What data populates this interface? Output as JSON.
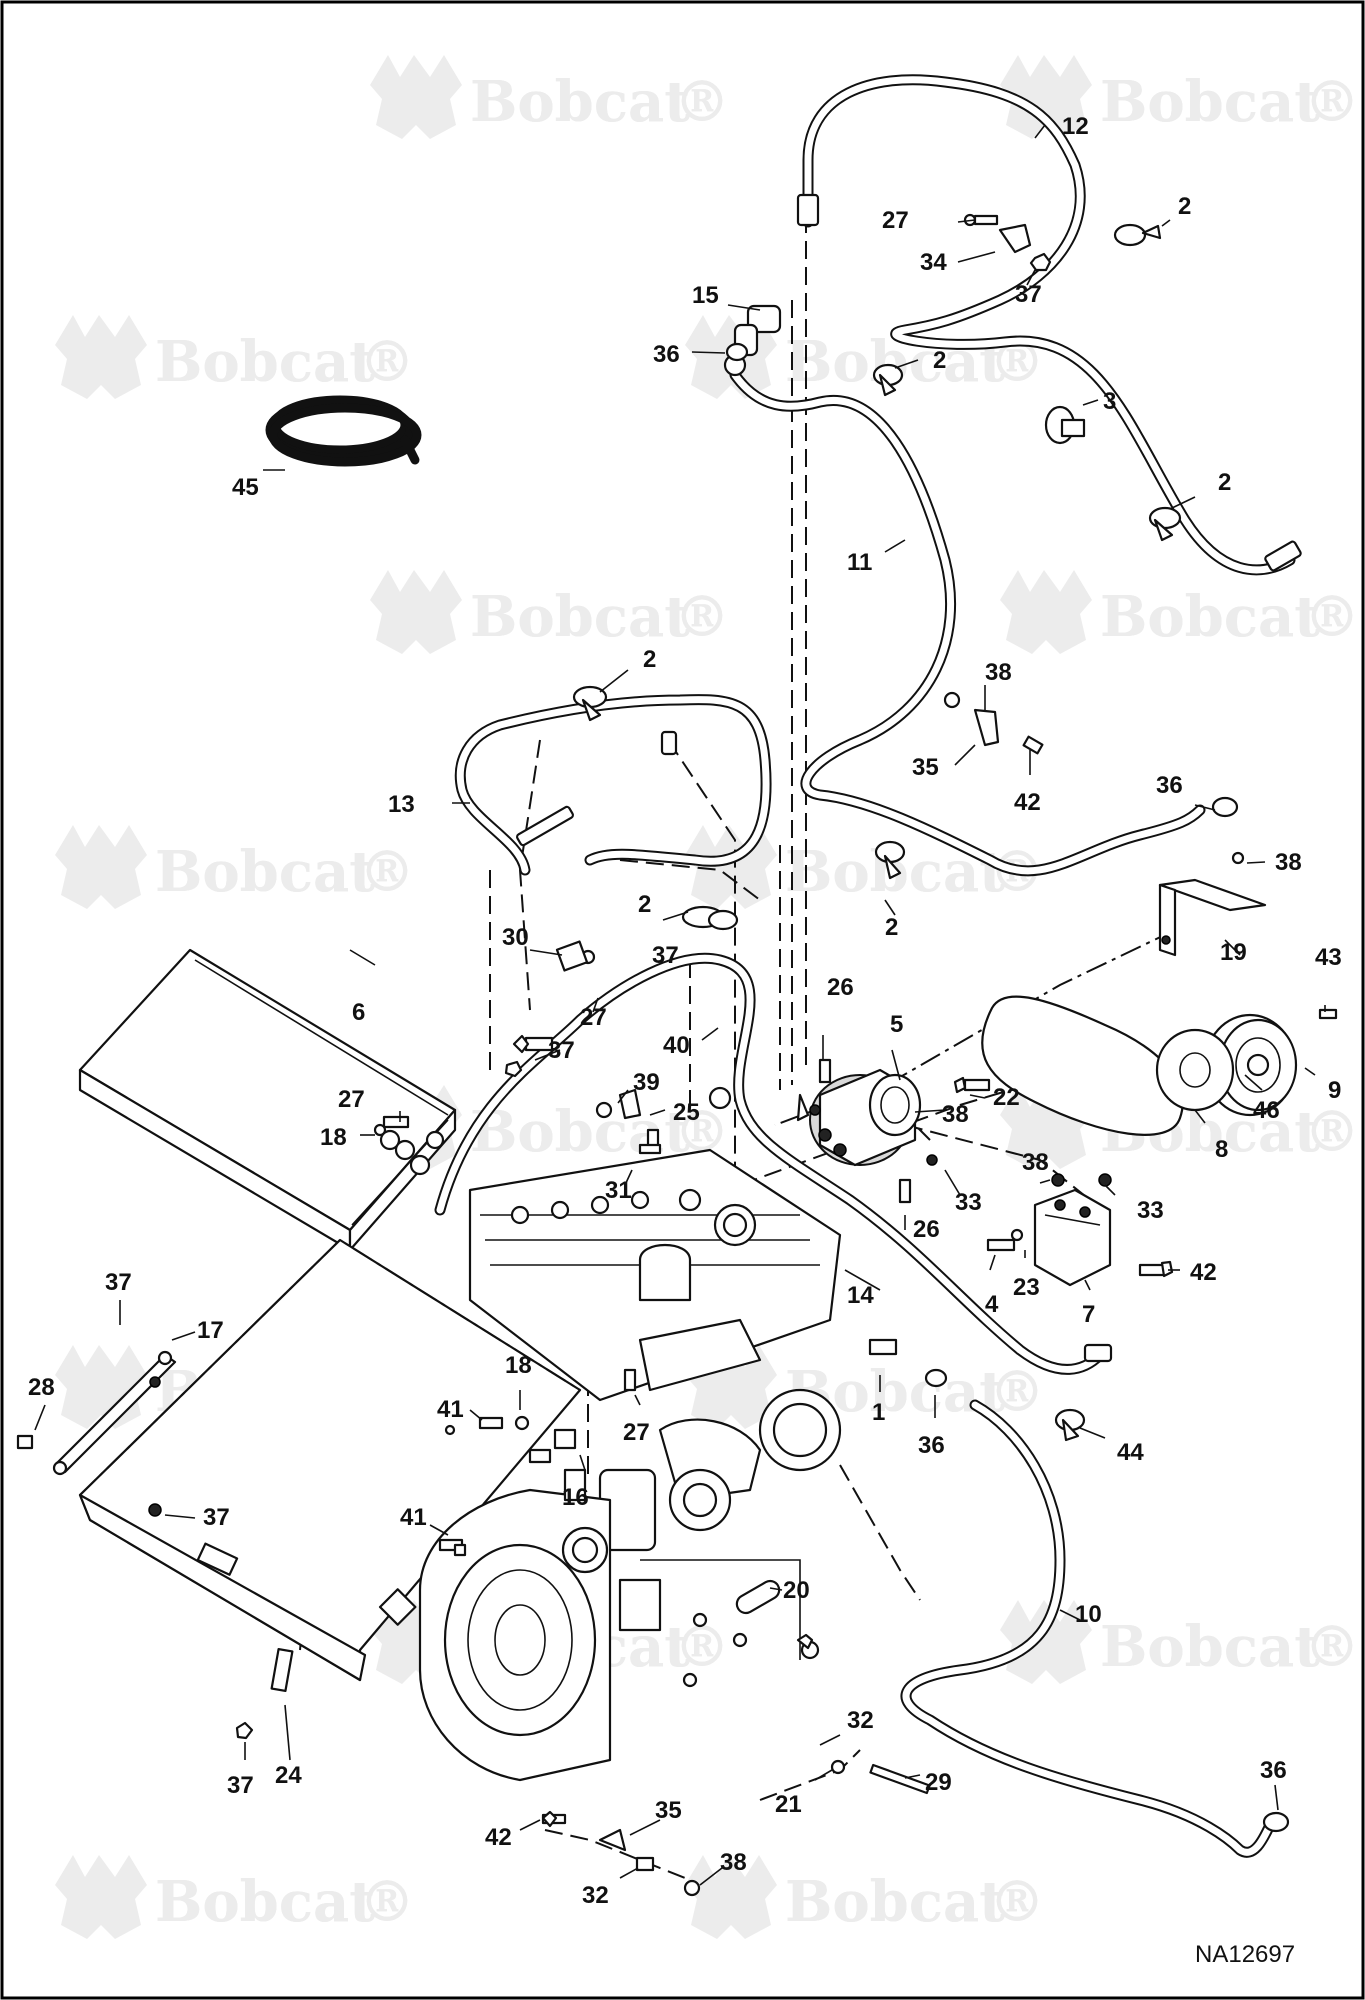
{
  "watermark": {
    "brand": "Bobcat",
    "mark": "®"
  },
  "drawing_code": "NA12697",
  "callouts": [
    {
      "id": "c12",
      "text": "12"
    },
    {
      "id": "c2a",
      "text": "2"
    },
    {
      "id": "c27a",
      "text": "27"
    },
    {
      "id": "c34",
      "text": "34"
    },
    {
      "id": "c37a",
      "text": "37"
    },
    {
      "id": "c15",
      "text": "15"
    },
    {
      "id": "c36a",
      "text": "36"
    },
    {
      "id": "c2b",
      "text": "2"
    },
    {
      "id": "c3",
      "text": "3"
    },
    {
      "id": "c45",
      "text": "45"
    },
    {
      "id": "c2c",
      "text": "2"
    },
    {
      "id": "c11",
      "text": "11"
    },
    {
      "id": "c2d",
      "text": "2"
    },
    {
      "id": "c38a",
      "text": "38"
    },
    {
      "id": "c13",
      "text": "13"
    },
    {
      "id": "c35a",
      "text": "35"
    },
    {
      "id": "c42a",
      "text": "42"
    },
    {
      "id": "c36b",
      "text": "36"
    },
    {
      "id": "c38b",
      "text": "38"
    },
    {
      "id": "c2e",
      "text": "2"
    },
    {
      "id": "c2f",
      "text": "2"
    },
    {
      "id": "c19",
      "text": "19"
    },
    {
      "id": "c30",
      "text": "30"
    },
    {
      "id": "c37b",
      "text": "37"
    },
    {
      "id": "c27b",
      "text": "27"
    },
    {
      "id": "c43",
      "text": "43"
    },
    {
      "id": "c6",
      "text": "6"
    },
    {
      "id": "c40",
      "text": "40"
    },
    {
      "id": "c26a",
      "text": "26"
    },
    {
      "id": "c5",
      "text": "5"
    },
    {
      "id": "c37c",
      "text": "37"
    },
    {
      "id": "c9",
      "text": "9"
    },
    {
      "id": "c22",
      "text": "22"
    },
    {
      "id": "c27c",
      "text": "27"
    },
    {
      "id": "c39",
      "text": "39"
    },
    {
      "id": "c46",
      "text": "46"
    },
    {
      "id": "c38c",
      "text": "38"
    },
    {
      "id": "c18a",
      "text": "18"
    },
    {
      "id": "c25",
      "text": "25"
    },
    {
      "id": "c8",
      "text": "8"
    },
    {
      "id": "c38d",
      "text": "38"
    },
    {
      "id": "c31",
      "text": "31"
    },
    {
      "id": "c33a",
      "text": "33"
    },
    {
      "id": "c33b",
      "text": "33"
    },
    {
      "id": "c26b",
      "text": "26"
    },
    {
      "id": "c23",
      "text": "23"
    },
    {
      "id": "c42b",
      "text": "42"
    },
    {
      "id": "c4",
      "text": "4"
    },
    {
      "id": "c7",
      "text": "7"
    },
    {
      "id": "c14",
      "text": "14"
    },
    {
      "id": "c37d",
      "text": "37"
    },
    {
      "id": "c17",
      "text": "17"
    },
    {
      "id": "c18b",
      "text": "18"
    },
    {
      "id": "c28",
      "text": "28"
    },
    {
      "id": "c41a",
      "text": "41"
    },
    {
      "id": "c27d",
      "text": "27"
    },
    {
      "id": "c1",
      "text": "1"
    },
    {
      "id": "c36c",
      "text": "36"
    },
    {
      "id": "c44",
      "text": "44"
    },
    {
      "id": "c37e",
      "text": "37"
    },
    {
      "id": "c16",
      "text": "16"
    },
    {
      "id": "c41b",
      "text": "41"
    },
    {
      "id": "c10",
      "text": "10"
    },
    {
      "id": "c20",
      "text": "20"
    },
    {
      "id": "c32a",
      "text": "32"
    },
    {
      "id": "c29",
      "text": "29"
    },
    {
      "id": "c21",
      "text": "21"
    },
    {
      "id": "c37f",
      "text": "37"
    },
    {
      "id": "c24",
      "text": "24"
    },
    {
      "id": "c36d",
      "text": "36"
    },
    {
      "id": "c35b",
      "text": "35"
    },
    {
      "id": "c42c",
      "text": "42"
    },
    {
      "id": "c38e",
      "text": "38"
    },
    {
      "id": "c32b",
      "text": "32"
    }
  ]
}
